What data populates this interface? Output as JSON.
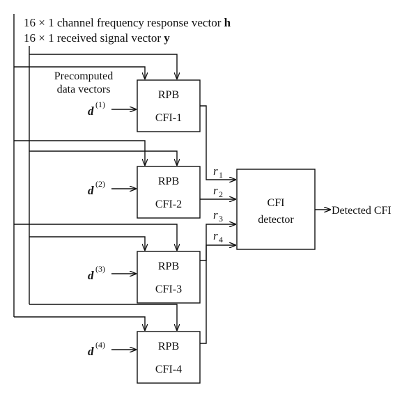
{
  "header": {
    "h_line_text": "16 × 1 channel frequency response vector ",
    "h_line_vector": "h",
    "y_line_text": "16 × 1 received signal vector ",
    "y_line_vector": "y"
  },
  "precomputed_label": {
    "line1": "Precomputed",
    "line2": "data vectors"
  },
  "inputs": [
    {
      "symbol": "d",
      "superscript": "(1)"
    },
    {
      "symbol": "d",
      "superscript": "(2)"
    },
    {
      "symbol": "d",
      "superscript": "(3)"
    },
    {
      "symbol": "d",
      "superscript": "(4)"
    }
  ],
  "blocks": [
    {
      "title": "RPB",
      "name": "CFI-1"
    },
    {
      "title": "RPB",
      "name": "CFI-2"
    },
    {
      "title": "RPB",
      "name": "CFI-3"
    },
    {
      "title": "RPB",
      "name": "CFI-4"
    }
  ],
  "outputs": [
    {
      "symbol": "r",
      "index": "1"
    },
    {
      "symbol": "r",
      "index": "2"
    },
    {
      "symbol": "r",
      "index": "3"
    },
    {
      "symbol": "r",
      "index": "4"
    }
  ],
  "detector": {
    "line1": "CFI",
    "line2": "detector"
  },
  "result_label": "Detected CFI"
}
